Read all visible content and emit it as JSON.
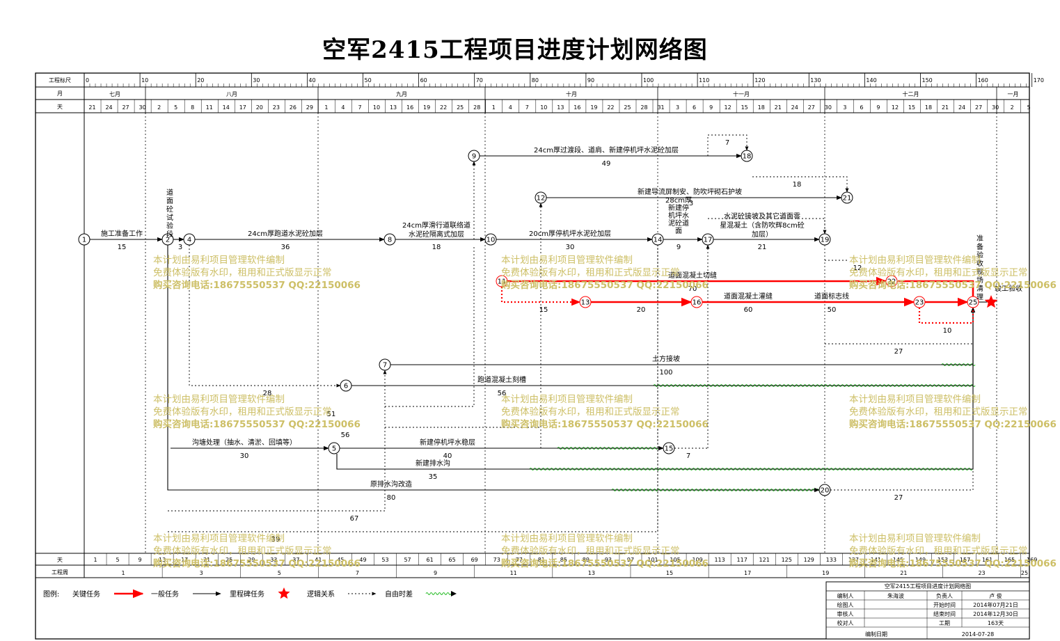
{
  "title": "空军2415工程项目进度计划网络图",
  "header": {
    "row_labels": {
      "scale": "工程标尺",
      "month": "月",
      "day": "天"
    },
    "scale_ticks": [
      "0",
      "10",
      "20",
      "30",
      "40",
      "50",
      "60",
      "70",
      "80",
      "90",
      "100",
      "110",
      "120",
      "130",
      "140",
      "150",
      "160",
      "170"
    ],
    "months": [
      "七月",
      "八月",
      "九月",
      "十月",
      "十一月",
      "十二月",
      "一月"
    ],
    "days_top": [
      "21",
      "24",
      "27",
      "30",
      "2",
      "5",
      "8",
      "11",
      "14",
      "17",
      "20",
      "23",
      "26",
      "29",
      "1",
      "4",
      "7",
      "10",
      "13",
      "16",
      "19",
      "22",
      "25",
      "28",
      "1",
      "4",
      "7",
      "10",
      "13",
      "16",
      "19",
      "22",
      "25",
      "28",
      "31",
      "3",
      "6",
      "9",
      "12",
      "15",
      "18",
      "21",
      "24",
      "27",
      "30",
      "3",
      "6",
      "9",
      "12",
      "15",
      "18",
      "21",
      "24",
      "27",
      "30",
      "2",
      "5"
    ]
  },
  "footer": {
    "day_label": "天",
    "day_ticks": [
      "1",
      "5",
      "9",
      "13",
      "17",
      "21",
      "25",
      "29",
      "33",
      "37",
      "41",
      "45",
      "49",
      "53",
      "57",
      "61",
      "65",
      "69",
      "73",
      "77",
      "81",
      "85",
      "89",
      "93",
      "97",
      "101",
      "105",
      "109",
      "113",
      "117",
      "121",
      "125",
      "129",
      "133",
      "137",
      "141",
      "145",
      "149",
      "153",
      "157",
      "161",
      "165",
      "169"
    ],
    "week_label": "工程周",
    "week_ticks": [
      "1",
      "3",
      "5",
      "7",
      "9",
      "11",
      "13",
      "15",
      "17",
      "19",
      "21",
      "23",
      "25"
    ]
  },
  "nodes": [
    "1",
    "2",
    "4",
    "5",
    "6",
    "7",
    "8",
    "9",
    "10",
    "11",
    "12",
    "13",
    "14",
    "15",
    "16",
    "17",
    "18",
    "19",
    "20",
    "21",
    "22",
    "23",
    "25"
  ],
  "tasks": {
    "t_prep": {
      "name": "施工准备工作",
      "dur": "15"
    },
    "t_trial": {
      "name": "道面砼试验段",
      "dur": "3"
    },
    "t_runway": {
      "name": "24cm厚跑道水泥砼加层",
      "dur": "36"
    },
    "t_taxi_a": {
      "name": "24cm厚滑行道联络道",
      "dur": "18"
    },
    "t_taxi_b": {
      "name": "水泥砼隔离式加层"
    },
    "t_apron20": {
      "name": "20cm厚停机坪水泥砼加层",
      "dur": "30"
    },
    "t_apron28": {
      "name": "28cm厚新建停机坪水泥砼道面",
      "dur": "9"
    },
    "t_slope_a": {
      "name": "水泥砼接坡及其它道面零",
      "dur": "21"
    },
    "t_slope_b": {
      "name": "星混凝土（含防吹辉8cm砼"
    },
    "t_slope_c": {
      "name": "加层）"
    },
    "t_trans": {
      "name": "24cm厚过渡段、道肩、新建停机坪水泥砼加层",
      "dur": "49"
    },
    "t_deflect": {
      "name": "新建导流屏制安、防吹坪砌石护坡"
    },
    "t_cut": {
      "name": "道面混凝土切缝",
      "dur": "70"
    },
    "t_fill": {
      "name": "道面混凝土灌缝",
      "dur": "60"
    },
    "t_mark": {
      "name": "道面标志线",
      "dur": "50"
    },
    "t_earth": {
      "name": "土方接坡",
      "dur": "100"
    },
    "t_groove": {
      "name": "跑道混凝土刻槽",
      "dur": "56"
    },
    "t_ditch": {
      "name": "沟塘处理（抽水、清淤、回填等）",
      "dur": "30"
    },
    "t_base": {
      "name": "新建停机坪水稳层",
      "dur": "40"
    },
    "t_drain": {
      "name": "新建排水沟",
      "dur": "35"
    },
    "t_old": {
      "name": "原排水沟改造",
      "dur": "80"
    },
    "t_accept": {
      "name": "准备验收现场清理"
    },
    "t_final": {
      "name": "竣工验收"
    }
  },
  "durations": {
    "d7_top": "7",
    "d18": "18",
    "d12": "12",
    "d15": "15",
    "d20": "20",
    "d10": "10",
    "d27a": "27",
    "d27b": "27",
    "d28": "28",
    "d51": "51",
    "d56": "56",
    "d7_mid": "7",
    "d67": "67",
    "d39": "39",
    "d3_small": "3"
  },
  "watermark": [
    "本计划由易利项目管理软件编制",
    "免费体验版有水印，租用和正式版显示正常",
    "购买咨询电话:18675550537 QQ:22150066"
  ],
  "legend": {
    "label": "图例:",
    "critical": "关键任务",
    "normal": "一般任务",
    "milestone": "里程碑任务",
    "logic": "逻辑关系",
    "float": "自由时差"
  },
  "info": {
    "title": "空军2415工程项目进度计划网络图",
    "rows": [
      [
        "编制人",
        "朱海波",
        "负责人",
        "卢 俊"
      ],
      [
        "绘图人",
        "",
        "开始时间",
        "2014年07月21日"
      ],
      [
        "审核人",
        "",
        "结束时间",
        "2014年12月30日"
      ],
      [
        "校对人",
        "",
        "工期",
        "163天"
      ]
    ],
    "date_label": "编制日期",
    "date_value": "2014-07-28"
  },
  "colors": {
    "critical": "#ff0000",
    "normal": "#000000",
    "float": "#22bb22",
    "watermark": "#cdbf66"
  }
}
